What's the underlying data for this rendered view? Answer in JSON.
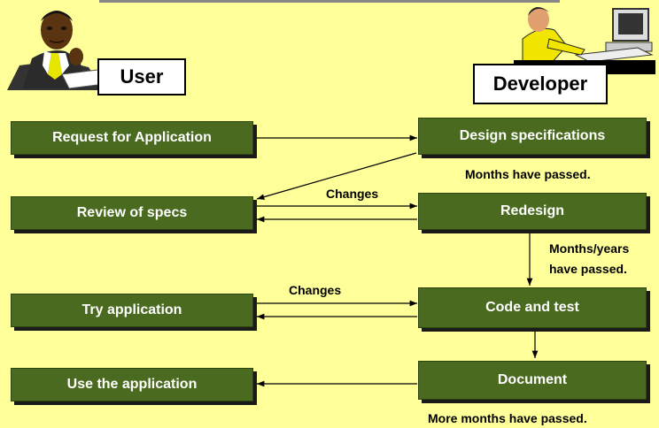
{
  "actors": {
    "user": "User",
    "developer": "Developer"
  },
  "user_steps": {
    "request": "Request for Application",
    "review": "Review of specs",
    "try": "Try application",
    "use": "Use the application"
  },
  "dev_steps": {
    "design": "Design specifications",
    "redesign": "Redesign",
    "code": "Code and test",
    "document": "Document"
  },
  "notes": {
    "months": "Months have passed.",
    "months_years_1": "Months/years",
    "months_years_2": "have passed.",
    "more_months": "More months have passed.",
    "changes_1": "Changes",
    "changes_2": "Changes"
  },
  "colors": {
    "background": "#ffff99",
    "box_fill": "#4a6b1f",
    "box_text": "#ffffff"
  }
}
